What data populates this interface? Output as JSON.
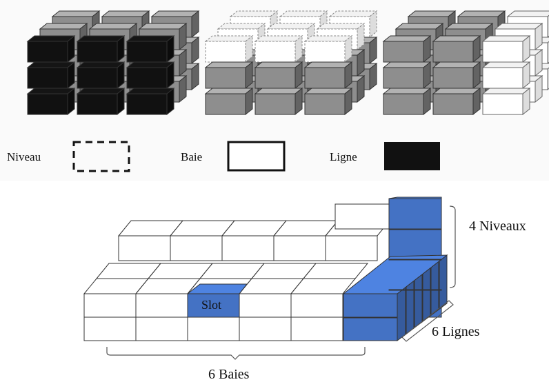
{
  "legend": {
    "niveau": "Niveau",
    "baie": "Baie",
    "ligne": "Ligne"
  },
  "diagram": {
    "slot_label": "Slot",
    "niveaux_label": "4 Niveaux",
    "lignes_label": "6 Lignes",
    "baies_label": "6 Baies"
  },
  "colors": {
    "black_block": "#111111",
    "gray_block": "#8e8e8e",
    "white_block": "#ffffff",
    "blue_block": "#4472c4",
    "outline": "#333333"
  }
}
